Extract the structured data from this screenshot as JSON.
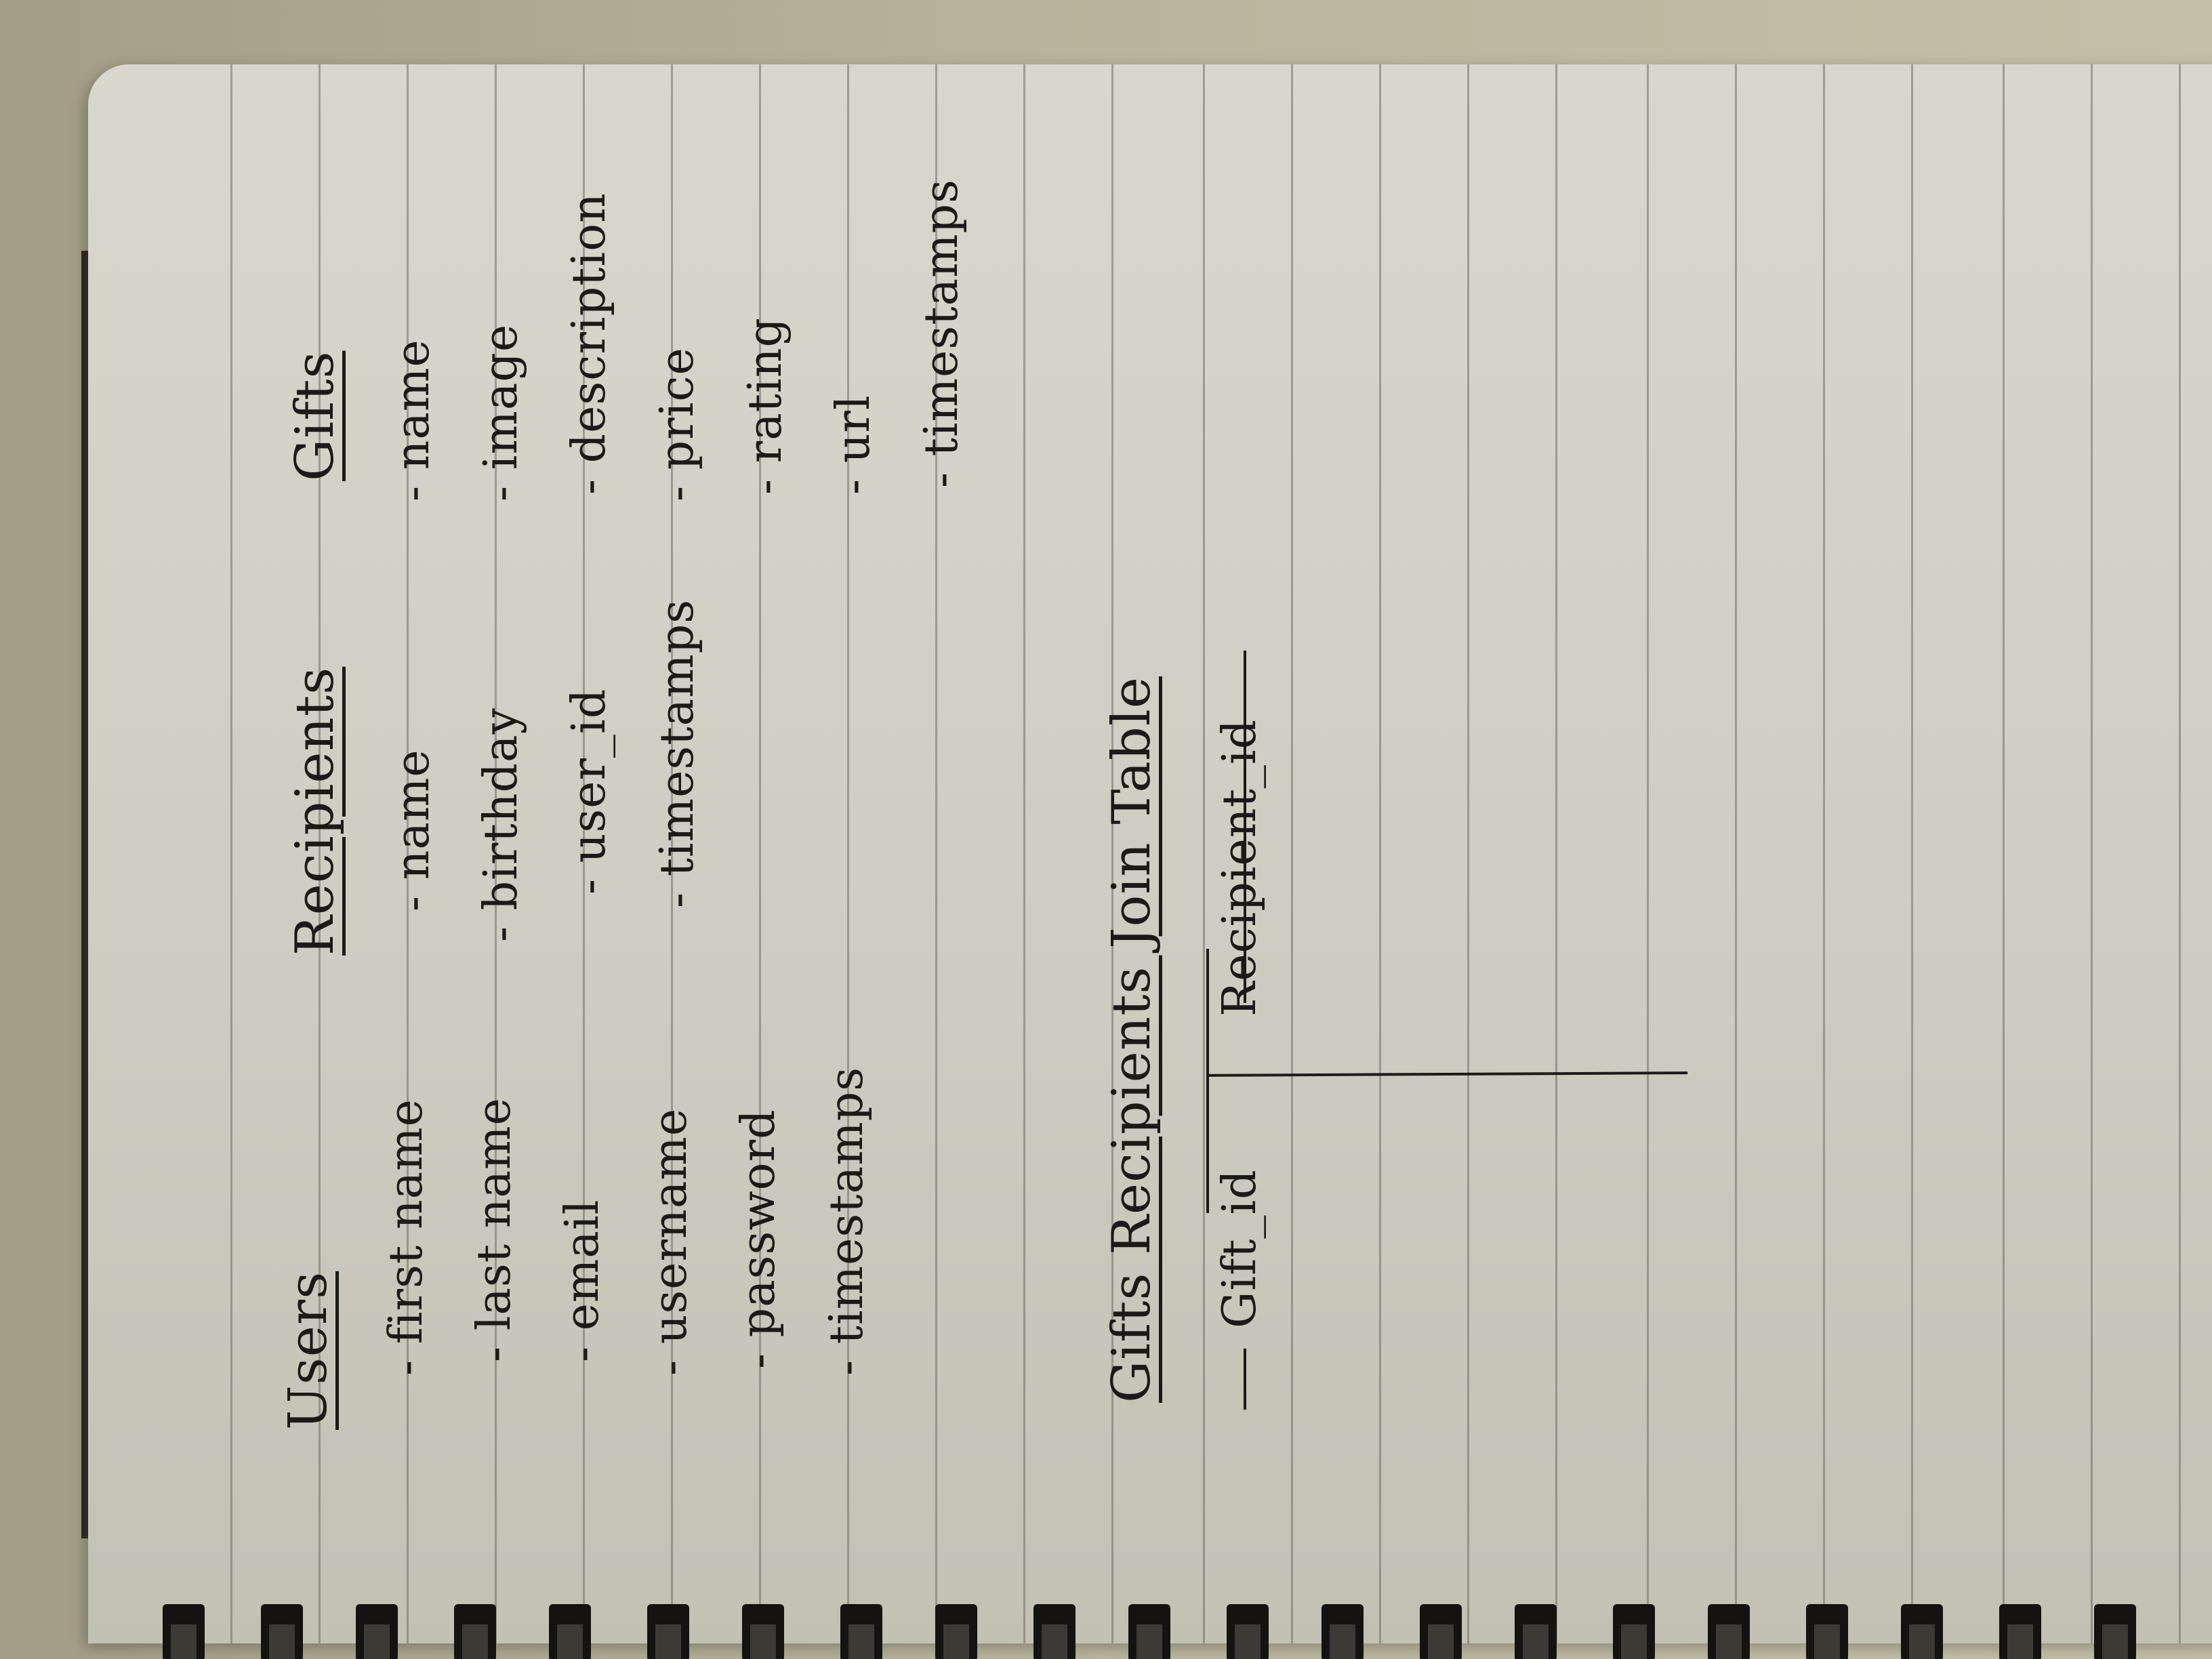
{
  "notebook": {
    "tables": [
      {
        "heading": "Users",
        "fields": [
          "- first name",
          "- last name",
          "- email",
          "- username",
          "- password",
          "- timestamps"
        ]
      },
      {
        "heading": "Recipients",
        "fields": [
          "- name",
          "- birthday",
          "- user_id",
          "- timestamps"
        ]
      },
      {
        "heading": "Gifts",
        "fields": [
          "- name",
          "- image",
          "- description",
          "- price",
          "- rating",
          "- url",
          "- timestamps"
        ]
      }
    ],
    "join_table": {
      "title": "Gifts Recipients Join Table",
      "columns": [
        "Gift_id",
        "Recipient_id"
      ]
    }
  }
}
